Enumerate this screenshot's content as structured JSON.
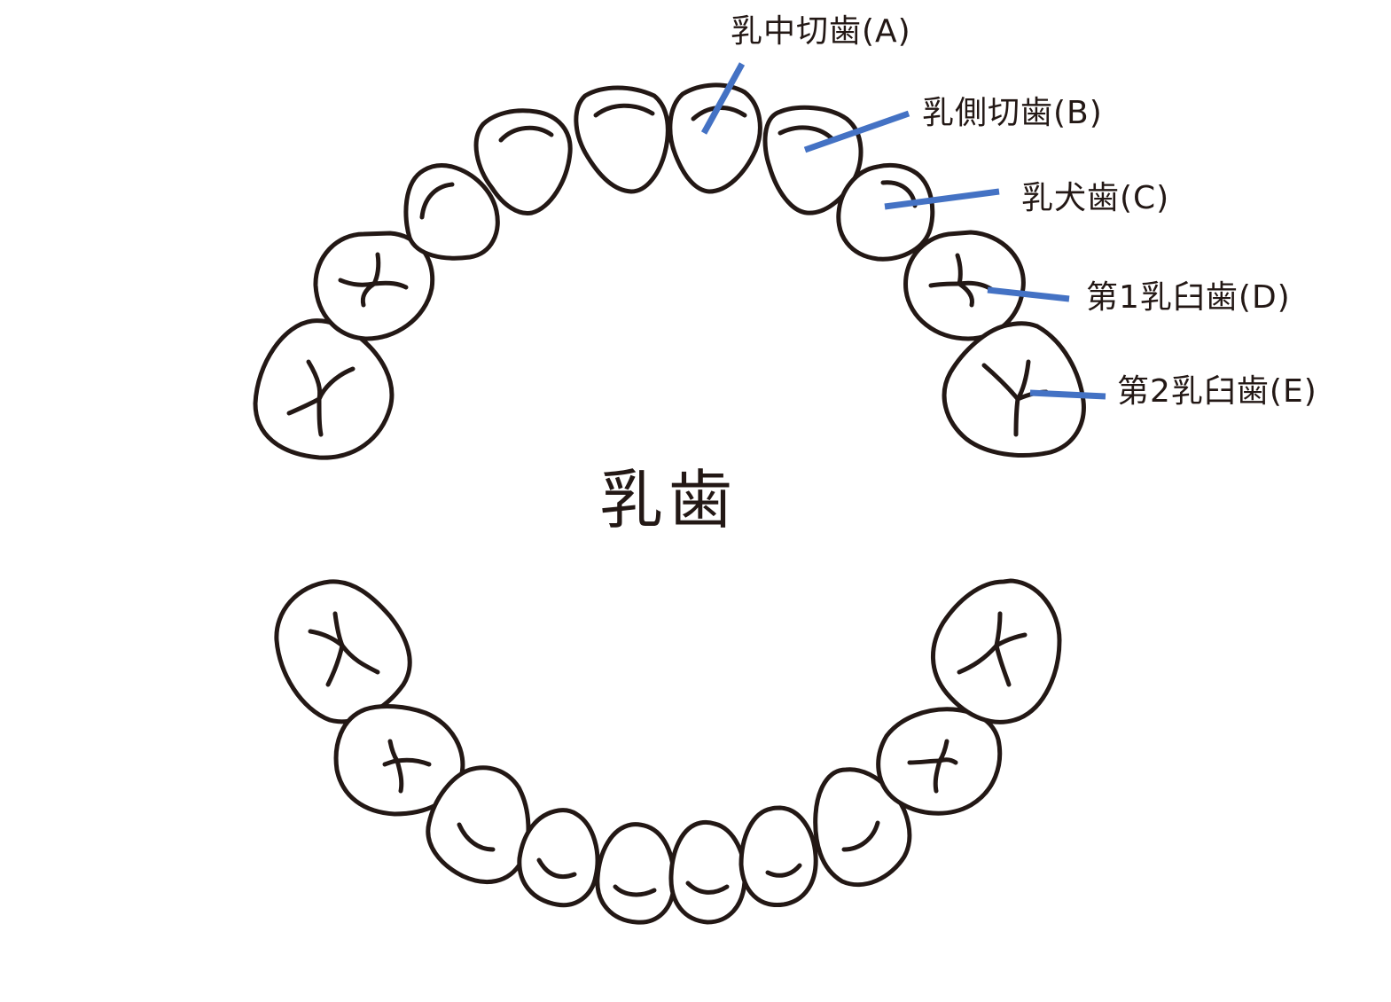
{
  "title": "乳歯",
  "labels": {
    "a": "乳中切歯(A)",
    "b": "乳側切歯(B)",
    "c": "乳犬歯(C)",
    "d": "第1乳臼歯(D)",
    "e": "第2乳臼歯(E)"
  },
  "colors": {
    "outline": "#231815",
    "leader": "#4472c4",
    "background": "#ffffff"
  },
  "arches": {
    "upper": [
      "E",
      "D",
      "C",
      "B",
      "A",
      "A",
      "B",
      "C",
      "D",
      "E"
    ],
    "lower": [
      "E",
      "D",
      "C",
      "B",
      "A",
      "A",
      "B",
      "C",
      "D",
      "E"
    ]
  }
}
